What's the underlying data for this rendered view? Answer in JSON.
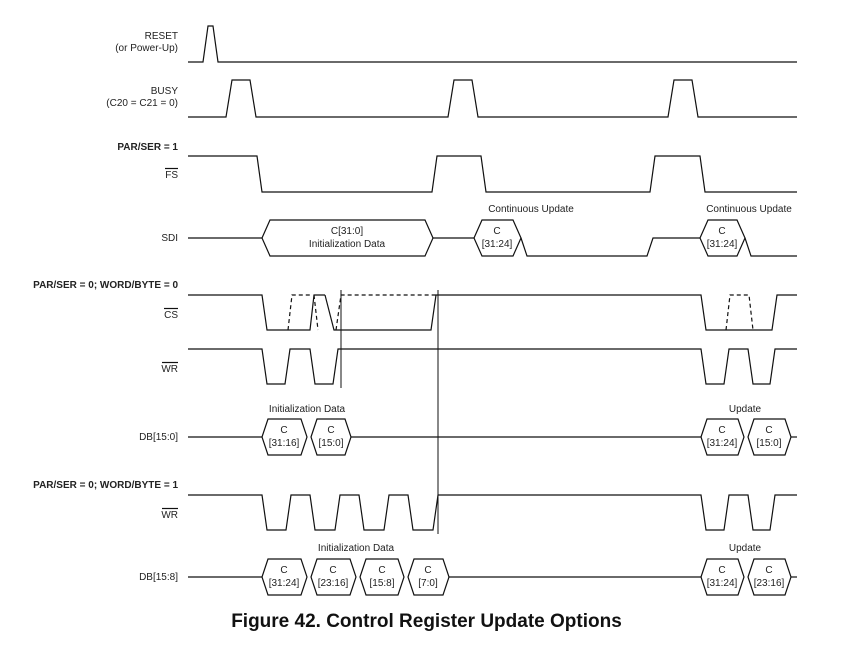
{
  "caption": "Figure 42.  Control Register Update Options",
  "signals": {
    "reset": "RESET",
    "reset_sub": "(or Power-Up)",
    "busy": "BUSY",
    "busy_sub": "(C20 = C21 = 0)",
    "parser1": "PAR/SER = 1",
    "fs": "FS",
    "sdi": "SDI",
    "mode0": "PAR/SER = 0; WORD/BYTE = 0",
    "cs": "CS",
    "wr_a": "WR",
    "db150": "DB[15:0]",
    "mode1": "PAR/SER = 0; WORD/BYTE = 1",
    "wr_b": "WR",
    "db158": "DB[15:8]"
  },
  "annotations": {
    "cont_update_1": "Continuous Update",
    "cont_update_2": "Continuous Update",
    "init_data_a": "Initialization Data",
    "update_a": "Update",
    "init_data_b": "Initialization Data",
    "update_b": "Update"
  },
  "sdi_cells": {
    "init_l1": "C[31:0]",
    "init_l2": "Initialization Data",
    "c1_l1": "C",
    "c1_l2": "[31:24]",
    "c2_l1": "C",
    "c2_l2": "[31:24]"
  },
  "db150_cells": [
    {
      "l1": "C",
      "l2": "[31:16]"
    },
    {
      "l1": "C",
      "l2": "[15:0]"
    },
    {
      "l1": "C",
      "l2": "[31:24]"
    },
    {
      "l1": "C",
      "l2": "[15:0]"
    }
  ],
  "db158_cells": [
    {
      "l1": "C",
      "l2": "[31:24]"
    },
    {
      "l1": "C",
      "l2": "[23:16]"
    },
    {
      "l1": "C",
      "l2": "[15:8]"
    },
    {
      "l1": "C",
      "l2": "[7:0]"
    },
    {
      "l1": "C",
      "l2": "[31:24]"
    },
    {
      "l1": "C",
      "l2": "[23:16]"
    }
  ]
}
